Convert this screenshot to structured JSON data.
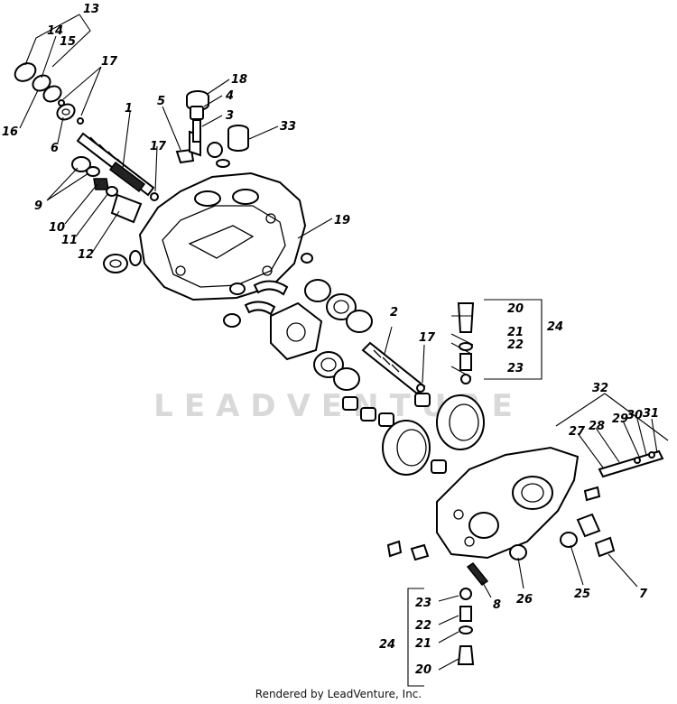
{
  "watermark": "LEADVENTURE",
  "footer": "Rendered by LeadVenture, Inc.",
  "callouts": {
    "c13": "13",
    "c14": "14",
    "c15": "15",
    "c17a": "17",
    "c16": "16",
    "c6": "6",
    "c1": "1",
    "c5": "5",
    "c18": "18",
    "c4": "4",
    "c3": "3",
    "c33": "33",
    "c17b": "17",
    "c9": "9",
    "c10": "10",
    "c11": "11",
    "c12": "12",
    "c19": "19",
    "c2": "2",
    "c17c": "17",
    "c20a": "20",
    "c21a": "21",
    "c22a": "22",
    "c23a": "23",
    "c24a": "24",
    "c32": "32",
    "c27": "27",
    "c28": "28",
    "c29": "29",
    "c30": "30",
    "c31": "31",
    "c26": "26",
    "c25": "25",
    "c7": "7",
    "c8": "8",
    "c23b": "23",
    "c22b": "22",
    "c21b": "21",
    "c20b": "20",
    "c24b": "24"
  }
}
